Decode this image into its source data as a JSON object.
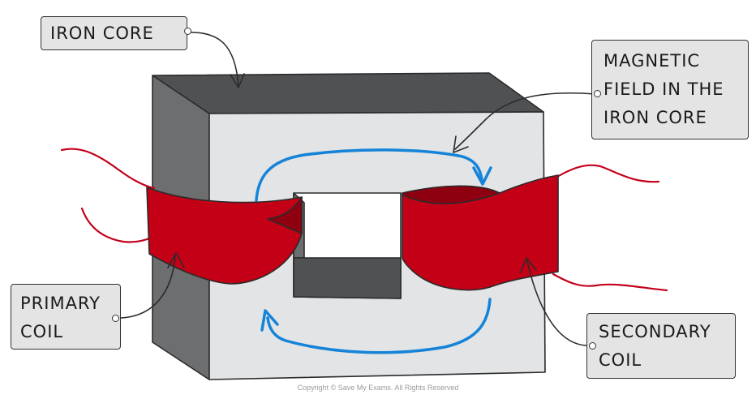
{
  "labels": {
    "iron_core": "IRON CORE",
    "magnetic_field": [
      "MAGNETIC",
      "FIELD IN THE",
      "IRON CORE"
    ],
    "primary_coil": [
      "PRIMARY",
      "COIL"
    ],
    "secondary_coil": [
      "SECONDARY",
      "COIL"
    ]
  },
  "copyright": "Copyright © Save My Exams. All Rights Reserved",
  "colors": {
    "core_front": "#e2e4e5",
    "core_dark": "#505153",
    "core_mid": "#6d6e70",
    "coil": "#c40016",
    "coil_dark": "#8e0010",
    "wire": "#c4001b",
    "field_arrow": "#1583d8",
    "label_bg": "#e4e4e4"
  }
}
